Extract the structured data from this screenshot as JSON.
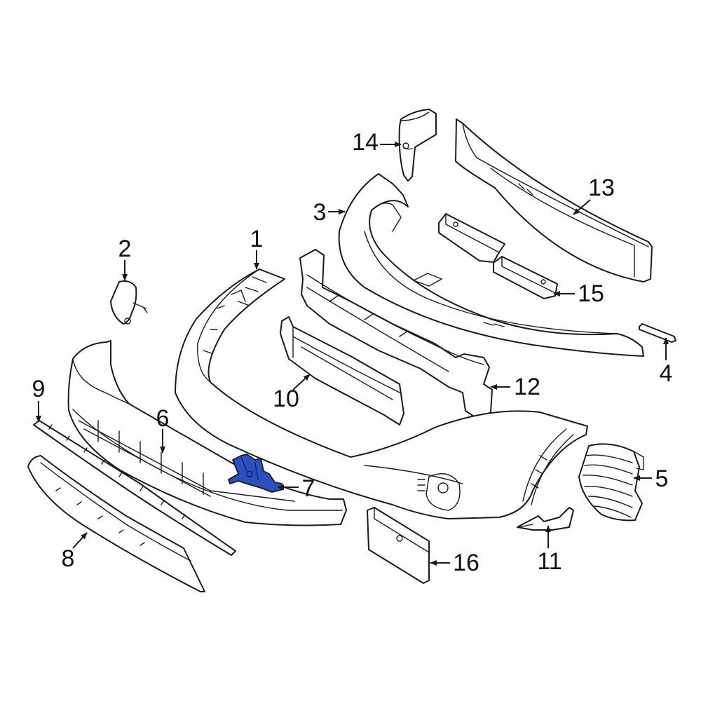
{
  "colors": {
    "line": "#1a1a1a",
    "background": "#ffffff",
    "highlight": "#2a4fbf"
  },
  "highlighted_part": "7",
  "callouts": {
    "c1": "1",
    "c2": "2",
    "c3": "3",
    "c4": "4",
    "c5": "5",
    "c6": "6",
    "c7": "7",
    "c8": "8",
    "c9": "9",
    "c10": "10",
    "c11": "11",
    "c12": "12",
    "c13": "13",
    "c14": "14",
    "c15": "15",
    "c16": "16"
  }
}
